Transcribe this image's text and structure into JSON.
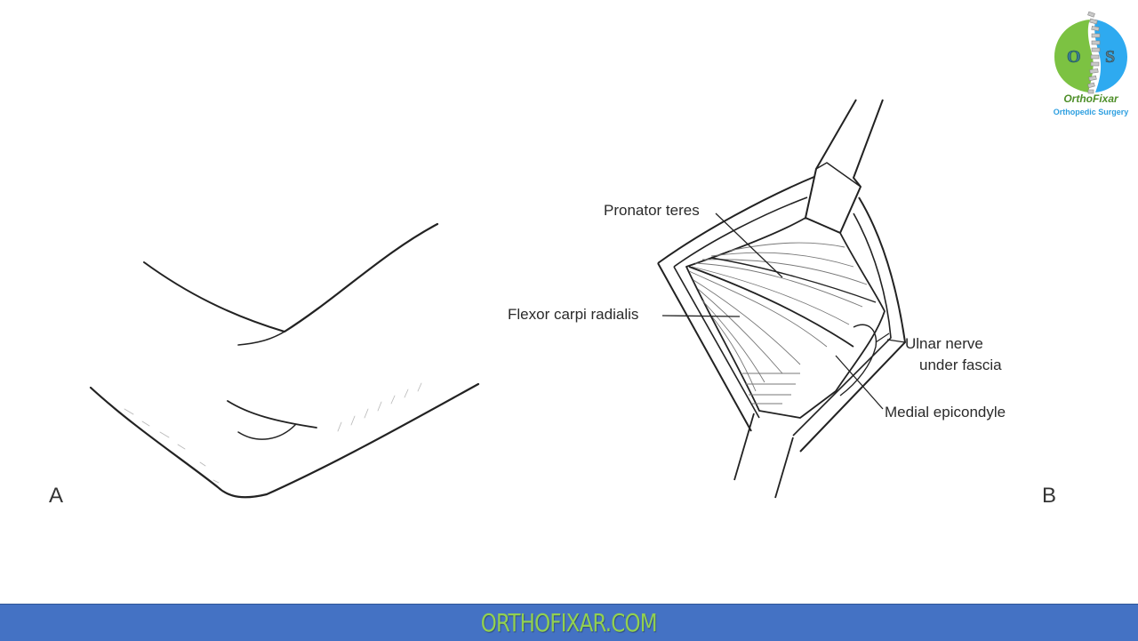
{
  "logo": {
    "title": "OrthoFixar",
    "subtitle": "Orthopedic Surgery",
    "left_letter": "O",
    "right_letter": "S",
    "colors": {
      "green": "#7cc242",
      "blue": "#2eaaf0",
      "title": "#4f8f2a",
      "subtitle": "#2d9fe0"
    }
  },
  "figure": {
    "panel_a": {
      "letter": "A"
    },
    "panel_b": {
      "letter": "B",
      "labels": {
        "pronator_teres": "Pronator teres",
        "flexor_carpi_radialis": "Flexor carpi radialis",
        "ulnar_nerve_line1": "Ulnar nerve",
        "ulnar_nerve_line2": "under fascia",
        "medial_epicondyle": "Medial epicondyle"
      }
    }
  },
  "footer": {
    "text": "ORTHOFIXAR.COM",
    "background": "#4472c4",
    "text_color": "#92d050"
  }
}
